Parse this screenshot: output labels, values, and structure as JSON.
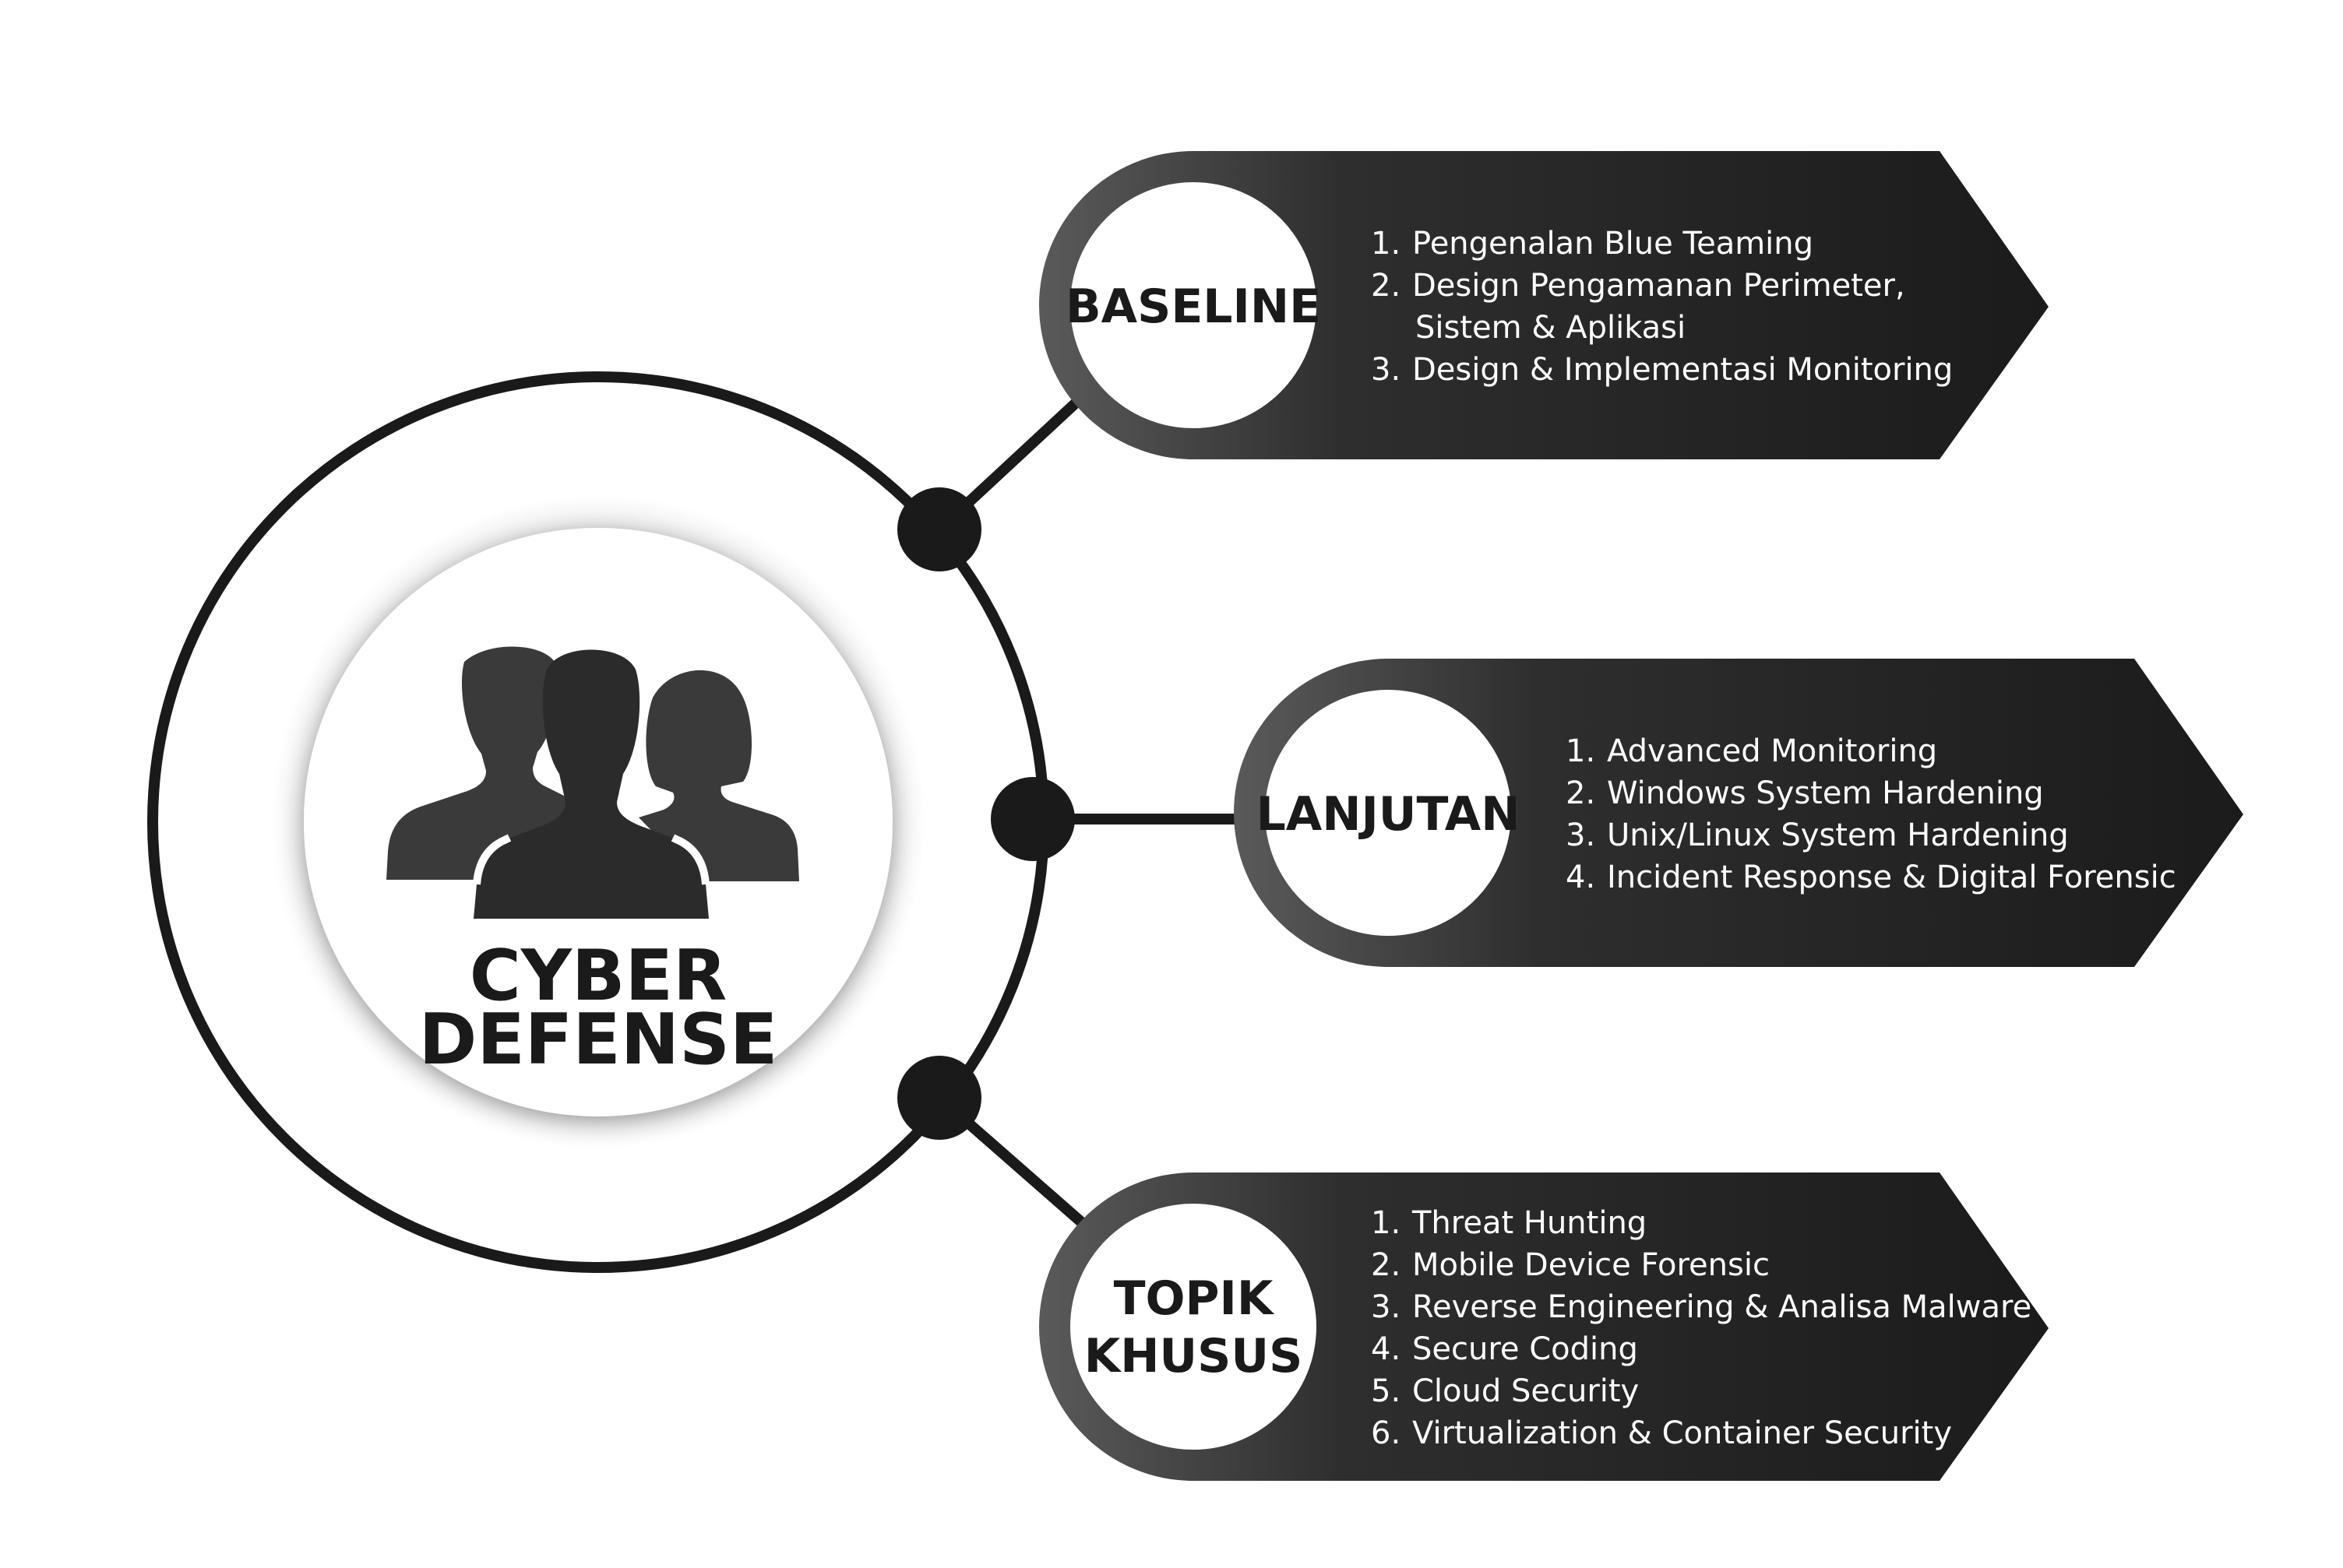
{
  "center": {
    "title_lines": [
      "CYBER",
      "DEFENSE"
    ],
    "icon": "people-group-icon"
  },
  "colors": {
    "ring": "#1a1a1a",
    "node": "#1a1a1a",
    "banner_dark": "#1c1c1c",
    "banner_light": "#555555",
    "circle_fill": "#ffffff",
    "text_light": "#ffffff",
    "text_dark": "#1a1a1a"
  },
  "branches": [
    {
      "id": "baseline",
      "label_lines": [
        "BASELINE"
      ],
      "items": [
        [
          "1.",
          "Pengenalan Blue Teaming"
        ],
        [
          "2.",
          "Design Pengamanan Perimeter,"
        ],
        [
          "",
          "Sistem & Aplikasi"
        ],
        [
          "3.",
          "Design & Implementasi Monitoring"
        ]
      ]
    },
    {
      "id": "lanjutan",
      "label_lines": [
        "LANJUTAN"
      ],
      "items": [
        [
          "1.",
          "Advanced Monitoring"
        ],
        [
          "2.",
          "Windows System Hardening"
        ],
        [
          "3.",
          "Unix/Linux System Hardening"
        ],
        [
          "4.",
          "Incident Response & Digital Forensic"
        ]
      ]
    },
    {
      "id": "topik-khusus",
      "label_lines": [
        "TOPIK",
        "KHUSUS"
      ],
      "items": [
        [
          "1.",
          "Threat Hunting"
        ],
        [
          "2.",
          "Mobile Device Forensic"
        ],
        [
          "3.",
          "Reverse Engineering & Analisa Malware"
        ],
        [
          "4.",
          "Secure Coding"
        ],
        [
          "5.",
          "Cloud Security"
        ],
        [
          "6.",
          "Virtualization & Container Security"
        ]
      ]
    }
  ]
}
